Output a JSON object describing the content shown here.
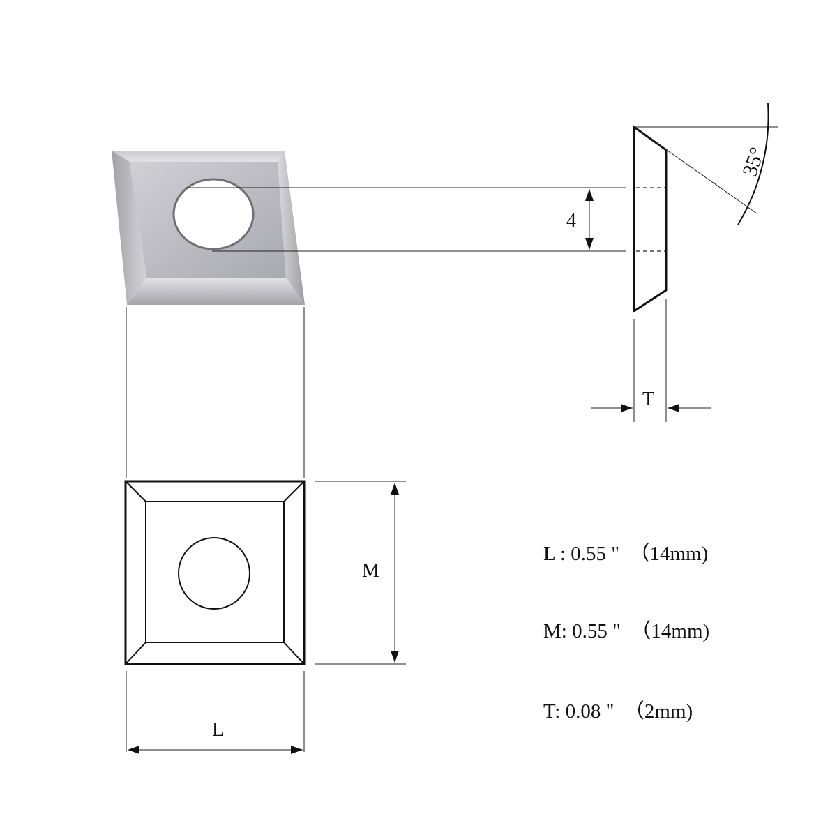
{
  "dimensions": {
    "hole_label": "4",
    "thickness_label": "T",
    "height_label": "M",
    "length_label": "L",
    "angle_label": "35°"
  },
  "specs": {
    "length": "L : 0.55 \"  （14mm)",
    "height": "M: 0.55 \"  （14mm)",
    "thickness": "T: 0.08 \"  （2mm)"
  },
  "colors": {
    "line": "#111111",
    "metal_face": "#b9b9bf",
    "metal_bevel_light": "#d6d6da",
    "metal_bevel_dark": "#8f8f95"
  }
}
